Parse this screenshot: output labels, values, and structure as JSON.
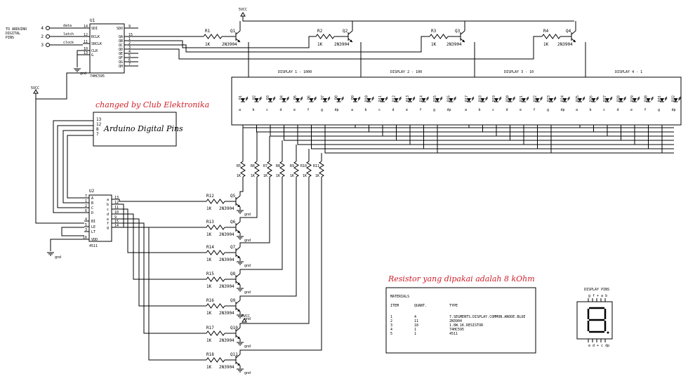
{
  "power": {
    "vcc_top": "5VCC",
    "vcc_left": "5VCC",
    "vcc_u2": "5VCC",
    "gnd": "gnd"
  },
  "arduino_pins_label": [
    "TO ARDUINO",
    "DIGITAL",
    "PINS"
  ],
  "inputs": [
    {
      "pin": "4",
      "name": "data"
    },
    {
      "pin": "2",
      "name": "latch"
    },
    {
      "pin": "3",
      "name": "clock"
    }
  ],
  "u1": {
    "ref": "U1",
    "part": "74HC595",
    "left_pins": [
      {
        "num": "14",
        "name": "SDI"
      },
      {
        "num": "12",
        "name": "RCLK"
      },
      {
        "num": "11",
        "name": "SRCLK"
      },
      {
        "num": "10",
        "name": "CLR"
      },
      {
        "num": "13",
        "name": "G"
      }
    ],
    "right_pins": [
      {
        "num": "9",
        "name": "SDO"
      },
      {
        "num": "15",
        "name": "QA"
      },
      {
        "num": "1",
        "name": "QB"
      },
      {
        "num": "2",
        "name": "QC"
      },
      {
        "num": "3",
        "name": "QD"
      },
      {
        "num": "4",
        "name": "QE"
      },
      {
        "num": "5",
        "name": "QF"
      },
      {
        "num": "6",
        "name": "QG"
      },
      {
        "num": "7",
        "name": "QH"
      }
    ]
  },
  "digit_transistors": [
    {
      "r": "R1",
      "rv": "1K",
      "q": "Q1",
      "qt": "2N3904"
    },
    {
      "r": "R2",
      "rv": "1K",
      "q": "Q2",
      "qt": "2N3904"
    },
    {
      "r": "R3",
      "rv": "1K",
      "q": "Q3",
      "qt": "2N3904"
    },
    {
      "r": "R4",
      "rv": "1K",
      "q": "Q4",
      "qt": "2N3904"
    }
  ],
  "displays": [
    {
      "title": "DISPLAY 1 - 1000",
      "leds": [
        "D1",
        "D2",
        "D3",
        "D4",
        "D5",
        "D6",
        "D7",
        "D8"
      ]
    },
    {
      "title": "DISPLAY 2 - 100",
      "leds": [
        "D9",
        "D10",
        "D11",
        "D12",
        "D13",
        "D14",
        "D15",
        "D16"
      ]
    },
    {
      "title": "DISPLAY 3 - 10",
      "leds": [
        "D17",
        "D18",
        "D19",
        "D20",
        "D21",
        "D22",
        "D23",
        "D24"
      ]
    },
    {
      "title": "DISPLAY 4 - 1",
      "leds": [
        "D25",
        "D26",
        "D27",
        "D28",
        "D29",
        "D30",
        "D31",
        "D32"
      ]
    }
  ],
  "segments": [
    "a",
    "b",
    "c",
    "d",
    "e",
    "f",
    "g",
    "dp"
  ],
  "segment_resistors": [
    {
      "r": "R5",
      "v": "1K"
    },
    {
      "r": "R6",
      "v": "1K"
    },
    {
      "r": "R7",
      "v": "1K"
    },
    {
      "r": "R8",
      "v": "1K"
    },
    {
      "r": "R9",
      "v": "1K"
    },
    {
      "r": "R10",
      "v": "1K"
    },
    {
      "r": "R11",
      "v": "1K"
    }
  ],
  "note_changed": "changed by Club Elektronika",
  "arduino_box": {
    "label": "Arduino Digital Pins",
    "pins": [
      "13",
      "12",
      "8",
      "7"
    ]
  },
  "u2": {
    "ref": "U2",
    "part": "4511",
    "left_pins": [
      {
        "num": "7",
        "name": "A"
      },
      {
        "num": "1",
        "name": "B"
      },
      {
        "num": "2",
        "name": "C"
      },
      {
        "num": "6",
        "name": "D"
      },
      {
        "num": "4",
        "name": "BI"
      },
      {
        "num": "5",
        "name": "LE"
      },
      {
        "num": "3",
        "name": "LT"
      },
      {
        "num": "16",
        "name": "VDD"
      }
    ],
    "right_pins": [
      {
        "num": "13",
        "name": "a"
      },
      {
        "num": "12",
        "name": "b"
      },
      {
        "num": "11",
        "name": "c"
      },
      {
        "num": "10",
        "name": "d"
      },
      {
        "num": "9",
        "name": "e"
      },
      {
        "num": "15",
        "name": "f"
      },
      {
        "num": "14",
        "name": "g"
      }
    ]
  },
  "segment_transistors": [
    {
      "r": "R12",
      "rv": "1K",
      "q": "Q5",
      "qt": "2N3904"
    },
    {
      "r": "R13",
      "rv": "1K",
      "q": "Q6",
      "qt": "2N3904"
    },
    {
      "r": "R14",
      "rv": "1K",
      "q": "Q7",
      "qt": "2N3904"
    },
    {
      "r": "R15",
      "rv": "1K",
      "q": "Q8",
      "qt": "2N3904"
    },
    {
      "r": "R16",
      "rv": "1K",
      "q": "Q9",
      "qt": "2N3904"
    },
    {
      "r": "R17",
      "rv": "1K",
      "q": "Q10",
      "qt": "2N3904"
    },
    {
      "r": "R18",
      "rv": "1K",
      "q": "Q11",
      "qt": "2N3904"
    }
  ],
  "note_resistor": "Resistor yang dipakai adalah 8 kOhm",
  "materials": {
    "title": "MATERIALS",
    "headers": [
      "ITEM",
      "QUANT.",
      "TYPE"
    ],
    "rows": [
      [
        "1",
        "4",
        "7.SEGMENTS.DISPLAY.COMMON.ANODE.BLUE"
      ],
      [
        "2",
        "11",
        "2N3904"
      ],
      [
        "3",
        "18",
        "1.8W.1K.RESISTOR"
      ],
      [
        "4",
        "1",
        "74HC595"
      ],
      [
        "5",
        "1",
        "4511"
      ]
    ]
  },
  "display_pins": {
    "title": "DISPLAY PINS",
    "top": "g f + a b",
    "bottom": "e d + c dp"
  }
}
